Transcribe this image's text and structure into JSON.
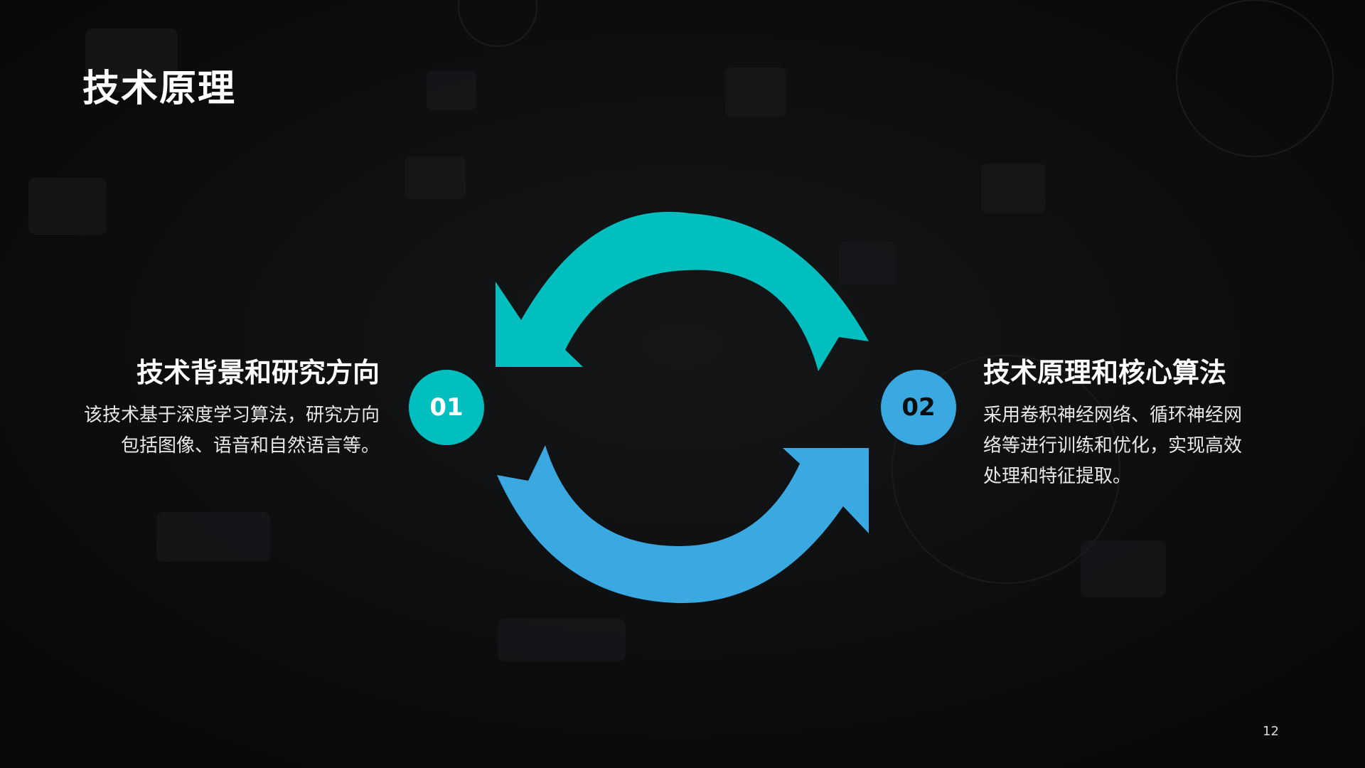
{
  "slide": {
    "title": "技术原理",
    "page_number": "12"
  },
  "left_block": {
    "number": "01",
    "heading": "技术背景和研究方向",
    "body": "该技术基于深度学习算法，研究方向包括图像、语音和自然语言等。"
  },
  "right_block": {
    "number": "02",
    "heading": "技术原理和核心算法",
    "body": "采用卷积神经网络、循环神经网络等进行训练和优化，实现高效处理和特征提取。"
  },
  "colors": {
    "background": "#0b0c0d",
    "teal_accent": "#02bfbf",
    "blue_accent": "#3aa9e2",
    "text": "#ffffff"
  },
  "icons": {
    "top_arrow": "curved-arrow-left-icon",
    "bottom_arrow": "curved-arrow-right-icon"
  }
}
